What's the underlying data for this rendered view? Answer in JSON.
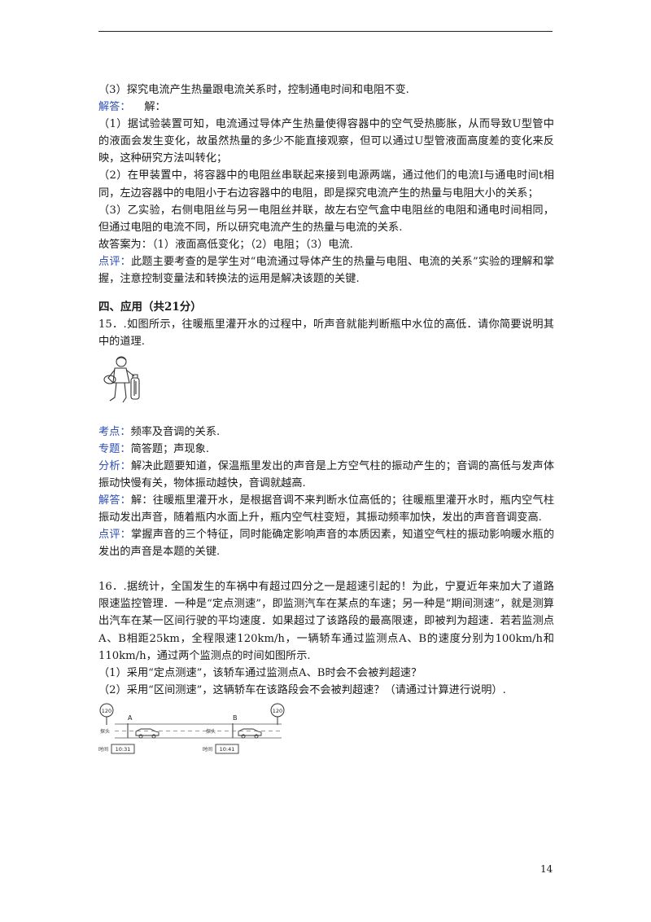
{
  "page_number": "14",
  "q14": {
    "line_3": "（3）探究电流产生热量跟电流关系时，控制通电时间和电阻不变.",
    "answer_label": "解答：",
    "answer_head": "解：",
    "a1": "（1）据试验装置可知，电流通过导体产生热量使得容器中的空气受热膨胀，从而导致U型管中的液面会发生变化，故虽然热量的多少不能直接观察，但可以通过U型管液面高度差的变化来反映，这种研究方法叫转化；",
    "a2": "（2）在甲装置中，将容器中的电阻丝串联起来接到电源两端，通过他们的电流I与通电时间t相同，左边容器中的电阻小于右边容器中的电阻，即是探究电流产生的热量与电阻大小的关系；",
    "a3": "（3）乙实验，右侧电阻丝与另一电阻丝并联，故左右空气盒中电阻丝的电阻和通电时间相同，但通过电阻的电流不同，所以研究电流产生的热量与电流的关系.",
    "final": "故答案为：（1）液面高低变化；（2）电阻；（3）电流.",
    "comment_label": "点评：",
    "comment": "此题主要考查的是学生对“电流通过导体产生的热量与电阻、电流的关系”实验的理解和掌握，注意控制变量法和转换法的运用是解决该题的关键."
  },
  "section_title": "四、应用（共21分）",
  "q15": {
    "question": "15．.如图所示，往暖瓶里灌开水的过程中，听声音就能判断瓶中水位的高低．请你简要说明其中的道理.",
    "kaodian_label": "考点：",
    "kaodian": "频率及音调的关系.",
    "zhuanti_label": "专题：",
    "zhuanti": "简答题；声现象.",
    "fenxi_label": "分析：",
    "fenxi": "解决此题要知道，保温瓶里发出的声音是上方空气柱的振动产生的；音调的高低与发声体振动快慢有关，物体振动越快，音调就越高.",
    "jieda_label": "解答：",
    "jieda": "解：往暖瓶里灌开水，是根据音调不来判断水位高低的；往暖瓶里灌开水时，瓶内空气柱振动发出声音，随着瓶内水面上升，瓶内空气柱变短，其振动频率加快，发出的声音音调变高.",
    "dianping_label": "点评：",
    "dianping": "掌握声音的三个特征，同时能确定影响声音的本质因素，知道空气柱的振动影响暖水瓶的发出的声音是本题的关键."
  },
  "q16": {
    "question": "16．.据统计，全国发生的车祸中有超过四分之一是超速引起的！为此，宁夏近年来加大了道路限速监控管理．一种是“定点测速”，即监测汽车在某点的车速；另一种是“期间测速”，就是测算出汽车在某一区间行驶的平均速度．如果超过了该路段的最高限速，即被判为超速．若若监测点A、B相距25km，全程限速120km/h，一辆轿车通过监测点A、B的速度分别为100km/h和110km/h，通过两个监测点的时间如图所示.",
    "sub1": "（1）采用“定点测速”，该轿车通过监测点A、B时会不会被判超速？",
    "sub2": "（2）采用“区间测速”，这辆轿车在该路段会不会被判超速？（请通过计算进行说明）.",
    "figure": {
      "sign_a": "120",
      "sign_b": "120",
      "point_a": "A",
      "point_b": "B",
      "probe_a": "探头",
      "probe_b": "探头",
      "time_label_a": "时间",
      "time_label_b": "时间",
      "time_a": "10:31",
      "time_b": "10:41"
    }
  }
}
